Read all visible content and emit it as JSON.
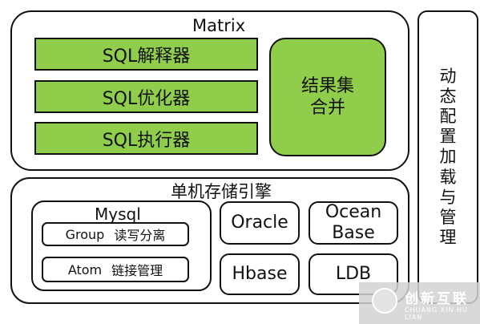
{
  "matrix": {
    "title": "Matrix",
    "components": [
      "SQL解释器",
      "SQL优化器",
      "SQL执行器"
    ],
    "merge": "结果集\n合并"
  },
  "storage": {
    "title": "单机存储引擎",
    "mysql": {
      "title": "Mysql",
      "group": {
        "name": "Group",
        "desc": "读写分离"
      },
      "atom": {
        "name": "Atom",
        "desc": "链接管理"
      }
    },
    "engines": [
      "Oracle",
      "Ocean\nBase",
      "Hbase",
      "LDB"
    ]
  },
  "dynamic": "动态配置加载与管理",
  "watermark": {
    "cn": "创新互联",
    "en": "CHUANG XIN HU LIAN"
  },
  "colors": {
    "green": "#8fcd4a",
    "border": "#111111"
  }
}
